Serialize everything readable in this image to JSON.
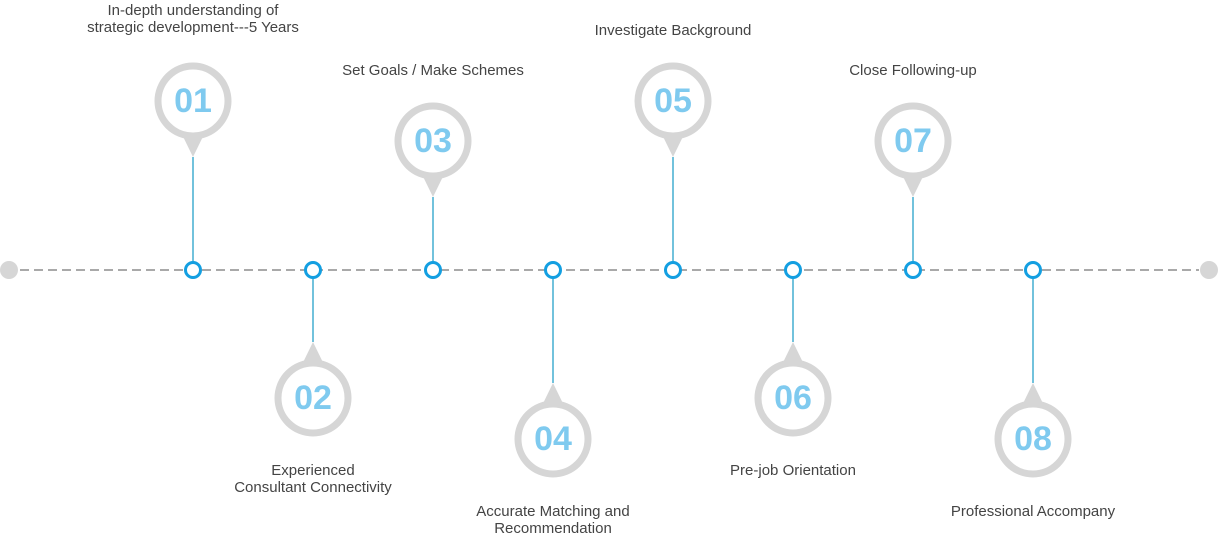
{
  "colors": {
    "timeline_dash": "#a9a9a9",
    "end_cap": "#d6d6d6",
    "node_ring": "#139fe1",
    "connector": "#27a2c9",
    "pin_ring": "#d6d6d6",
    "pin_number": "#7fcaef",
    "label_text": "#444444"
  },
  "steps": [
    {
      "number": "01",
      "label_lines": [
        "In-depth understanding of",
        "strategic development---5 Years"
      ]
    },
    {
      "number": "02",
      "label_lines": [
        "Experienced",
        "Consultant Connectivity"
      ]
    },
    {
      "number": "03",
      "label_lines": [
        "Set Goals / Make Schemes"
      ]
    },
    {
      "number": "04",
      "label_lines": [
        "Accurate Matching and",
        "Recommendation"
      ]
    },
    {
      "number": "05",
      "label_lines": [
        "Investigate Background"
      ]
    },
    {
      "number": "06",
      "label_lines": [
        "Pre-job Orientation"
      ]
    },
    {
      "number": "07",
      "label_lines": [
        "Close Following-up"
      ]
    },
    {
      "number": "08",
      "label_lines": [
        "Professional Accompany"
      ]
    }
  ]
}
